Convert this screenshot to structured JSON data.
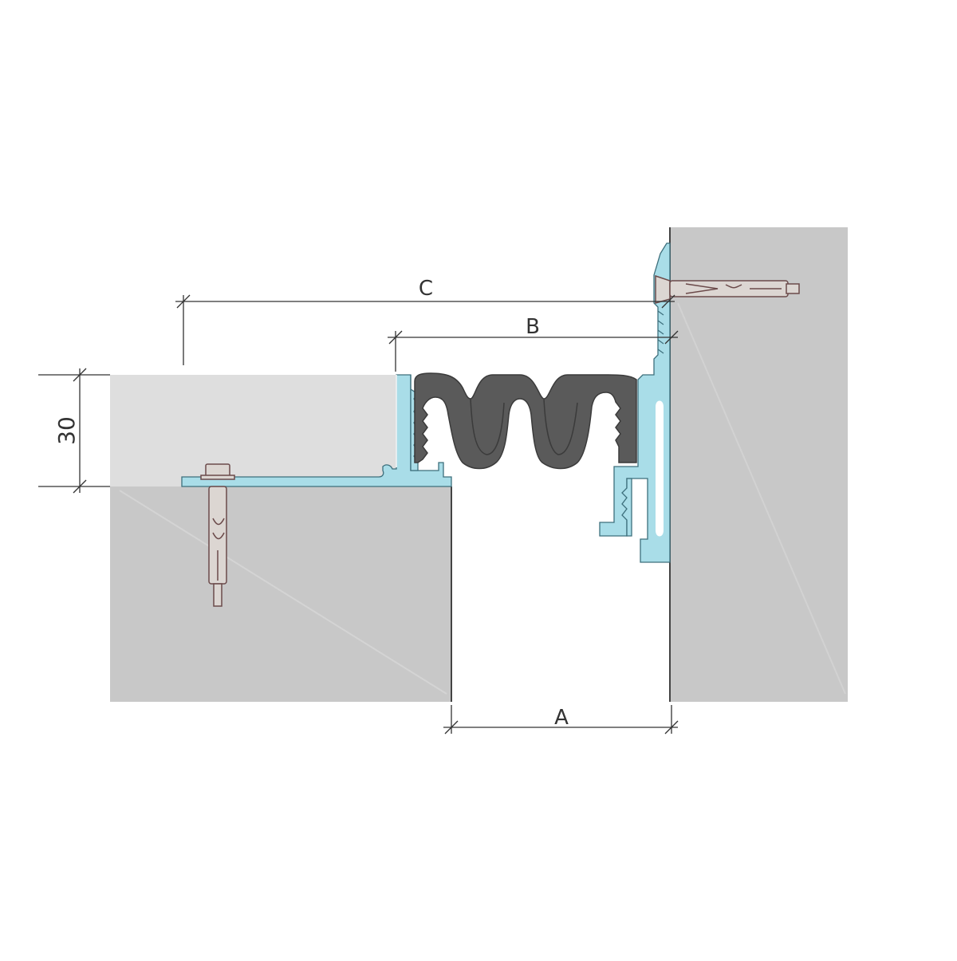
{
  "labels": {
    "A": "A",
    "B": "B",
    "C": "C",
    "thickness": "30"
  },
  "colors": {
    "concrete": "#c8c8c8",
    "screed": "#dedede",
    "aluminium": "#a9dde8",
    "aluminium_outline": "#3d6f7c",
    "rubber": "#5a5a5a",
    "rubber_dark": "#3b3b3b",
    "anchor": "#dcd6d2",
    "anchor_outline": "#6b4a4a",
    "dimension_line": "#333333"
  }
}
